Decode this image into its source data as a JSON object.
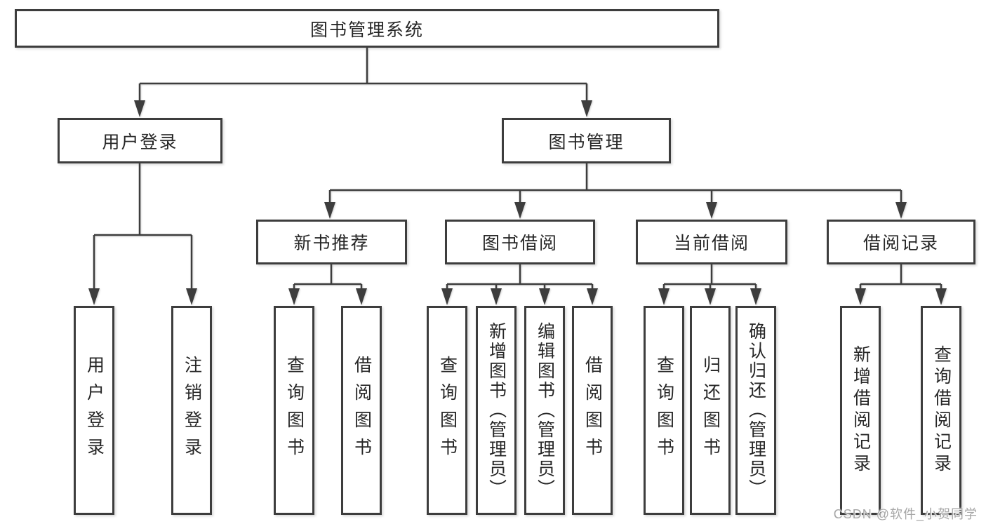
{
  "diagram": {
    "root": {
      "label": "图书管理系统"
    },
    "branches": [
      {
        "label": "用户登录",
        "children": [
          "用户登录",
          "注销登录"
        ]
      },
      {
        "label": "图书管理",
        "sections": [
          {
            "label": "新书推荐",
            "children": [
              "查询图书",
              "借阅图书"
            ]
          },
          {
            "label": "图书借阅",
            "children": [
              "查询图书",
              "新增图书（管理员）",
              "编辑图书（管理员）",
              "借阅图书"
            ]
          },
          {
            "label": "当前借阅",
            "children": [
              "查询图书",
              "归还图书",
              "确认归还（管理员）"
            ]
          },
          {
            "label": "借阅记录",
            "children": [
              "新增借阅记录",
              "查询借阅记录"
            ]
          }
        ]
      }
    ]
  },
  "watermark": "CSDN @软件_小贺同学",
  "colors": {
    "line": "#3d3d3d",
    "border": "#3d3d3d",
    "text": "#262626",
    "watermark": "#a6a6a6",
    "background": "#ffffff"
  }
}
